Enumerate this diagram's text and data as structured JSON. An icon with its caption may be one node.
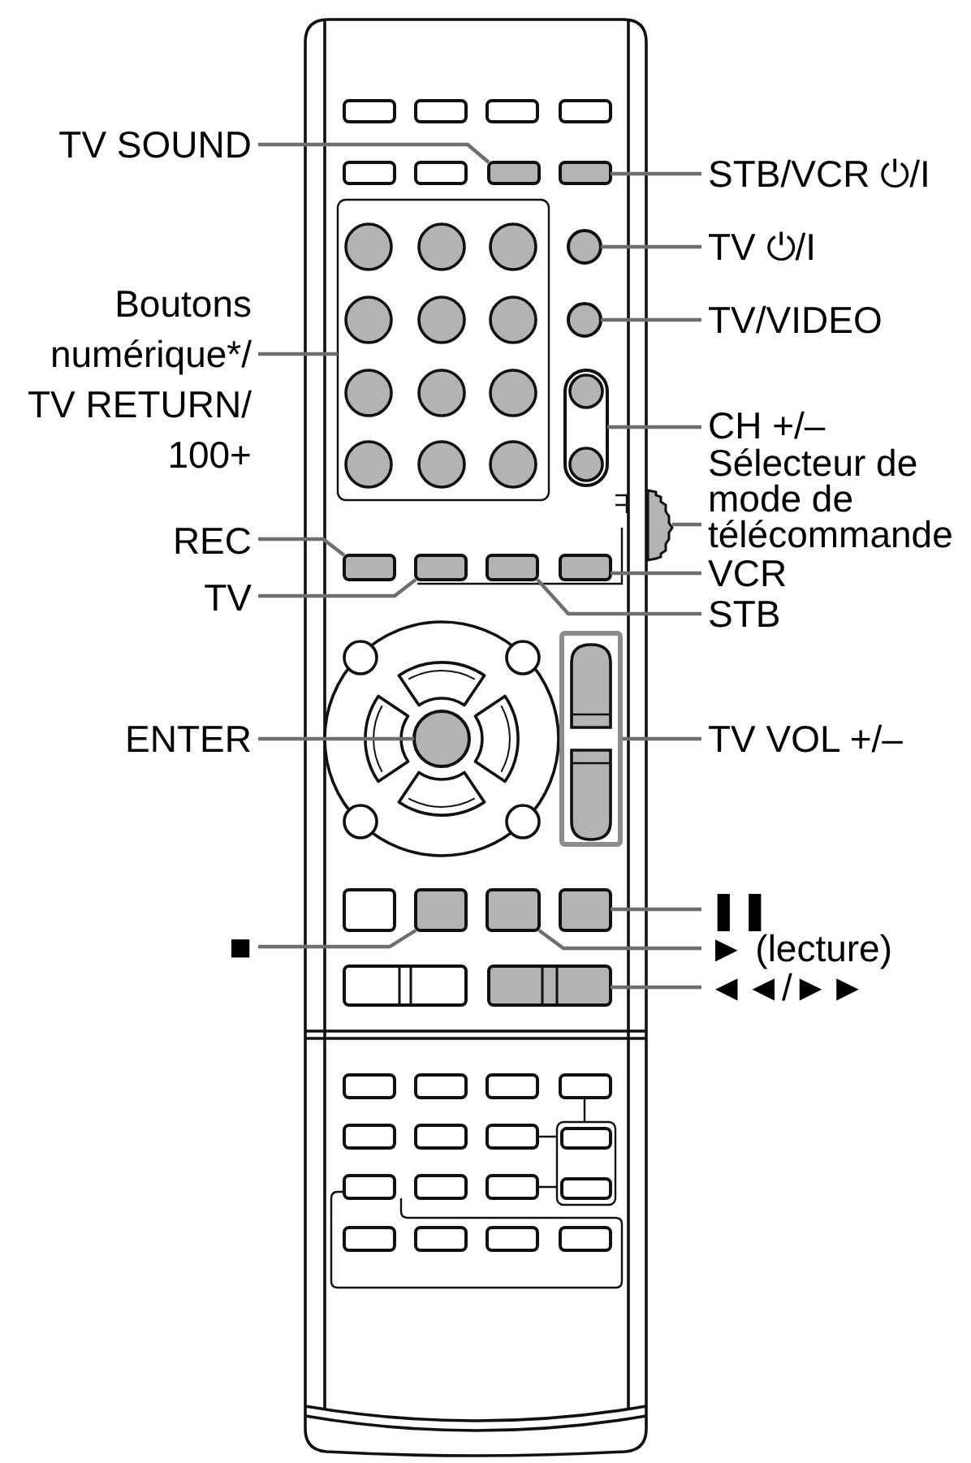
{
  "diagram": {
    "nodes": [
      {
        "text": [
          "TV SOUND"
        ]
      },
      {
        "text": [
          "Boutons numérique*/ TV RETURN/ 100+"
        ]
      },
      {
        "text": [
          "REC"
        ]
      },
      {
        "text": [
          "TV"
        ]
      },
      {
        "text": [
          "ENTER"
        ]
      },
      {
        "text": [
          "■"
        ]
      },
      {
        "text": [
          "STB/VCR ⏻/I"
        ]
      },
      {
        "text": [
          "TV ⏻/I"
        ]
      },
      {
        "text": [
          "TV/VIDEO"
        ]
      },
      {
        "text": [
          "CH +/–"
        ]
      },
      {
        "text": [
          "Sélecteur de mode de télécommande"
        ]
      },
      {
        "text": [
          "VCR"
        ]
      },
      {
        "text": [
          "STB"
        ]
      },
      {
        "text": [
          "TV VOL +/–"
        ]
      },
      {
        "text": [
          "❚❚"
        ]
      },
      {
        "text": [
          "► (lecture)"
        ]
      },
      {
        "text": [
          "◄◄/►►"
        ]
      },
      {
        "text": [],
        "shape": "box"
      },
      {
        "text": [],
        "shape": "box"
      },
      {
        "text": [],
        "shape": "box"
      },
      {
        "text": [],
        "shape": "circle"
      },
      {
        "text": [],
        "shape": "circle"
      },
      {
        "text": [],
        "shape": "box"
      },
      {
        "text": [],
        "shape": "wheel"
      },
      {
        "text": [],
        "shape": "box"
      },
      {
        "text": [],
        "shape": "box"
      },
      {
        "text": [],
        "shape": "box"
      },
      {
        "text": [],
        "shape": "box"
      },
      {
        "text": [],
        "shape": "box"
      },
      {
        "text": [],
        "shape": "circle"
      },
      {
        "text": [],
        "shape": "box"
      },
      {
        "text": [],
        "shape": "box"
      },
      {
        "text": [],
        "shape": "box"
      },
      {
        "text": [],
        "shape": "box"
      }
    ],
    "edges": [
      {
        "from": 0,
        "to": 17,
        "arrow": "none"
      },
      {
        "from": 1,
        "to": 19,
        "arrow": "none"
      },
      {
        "from": 2,
        "to": 24,
        "arrow": "none"
      },
      {
        "from": 3,
        "to": 25,
        "arrow": "none"
      },
      {
        "from": 4,
        "to": 29,
        "arrow": "none"
      },
      {
        "from": 5,
        "to": 30,
        "arrow": "none"
      },
      {
        "from": 6,
        "to": 18,
        "arrow": "none"
      },
      {
        "from": 7,
        "to": 20,
        "arrow": "none"
      },
      {
        "from": 8,
        "to": 21,
        "arrow": "none"
      },
      {
        "from": 9,
        "to": 22,
        "arrow": "none"
      },
      {
        "from": 10,
        "to": 23,
        "arrow": "none"
      },
      {
        "from": 11,
        "to": 27,
        "arrow": "none"
      },
      {
        "from": 12,
        "to": 26,
        "arrow": "none"
      },
      {
        "from": 13,
        "to": 28,
        "arrow": "none"
      },
      {
        "from": 14,
        "to": 32,
        "arrow": "none"
      },
      {
        "from": 15,
        "to": 31,
        "arrow": "none"
      },
      {
        "from": 16,
        "to": 33,
        "arrow": "none"
      }
    ]
  }
}
